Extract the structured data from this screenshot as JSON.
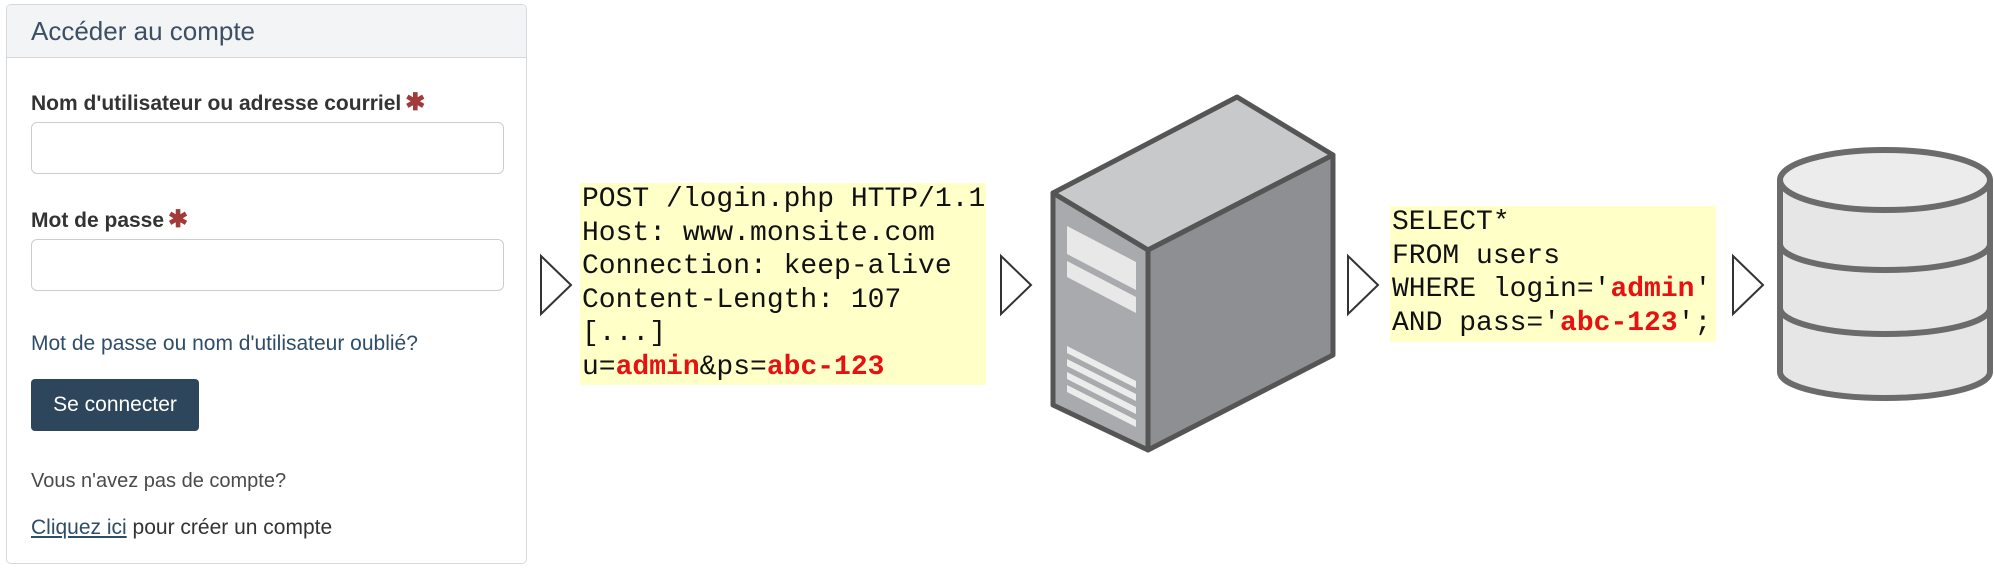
{
  "login": {
    "header": "Accéder au compte",
    "username_label": "Nom d'utilisateur ou adresse courriel",
    "password_label": "Mot de passe",
    "required_mark": "✱",
    "forgot_link": "Mot de passe ou nom d'utilisateur oublié?",
    "submit_button": "Se connecter",
    "no_account_text": "Vous n'avez pas de compte?",
    "create_link": "Cliquez ici",
    "create_text": " pour créer un compte"
  },
  "http_request": {
    "line1": "POST /login.php HTTP/1.1",
    "line2": "Host: www.monsite.com",
    "line3": "Connection: keep-alive",
    "line4": "Content-Length: 107",
    "line5": "[...]",
    "body_prefix_user": "u=",
    "body_user_value": "admin",
    "body_prefix_pass": "&ps=",
    "body_pass_value": "abc-123"
  },
  "sql_query": {
    "line1": "SELECT*",
    "line2": "FROM users",
    "line3_prefix": "WHERE login='",
    "line3_value": "admin",
    "line3_suffix": "'",
    "line4_prefix": "AND pass='",
    "line4_value": "abc-123",
    "line4_suffix": "';"
  },
  "icons": [
    "arrow-icon",
    "server-icon",
    "database-icon"
  ],
  "colors": {
    "highlight": "#e81010",
    "code_background": "#ffffc8",
    "button_background": "#2e465c",
    "required_mark": "#a33a3a"
  }
}
